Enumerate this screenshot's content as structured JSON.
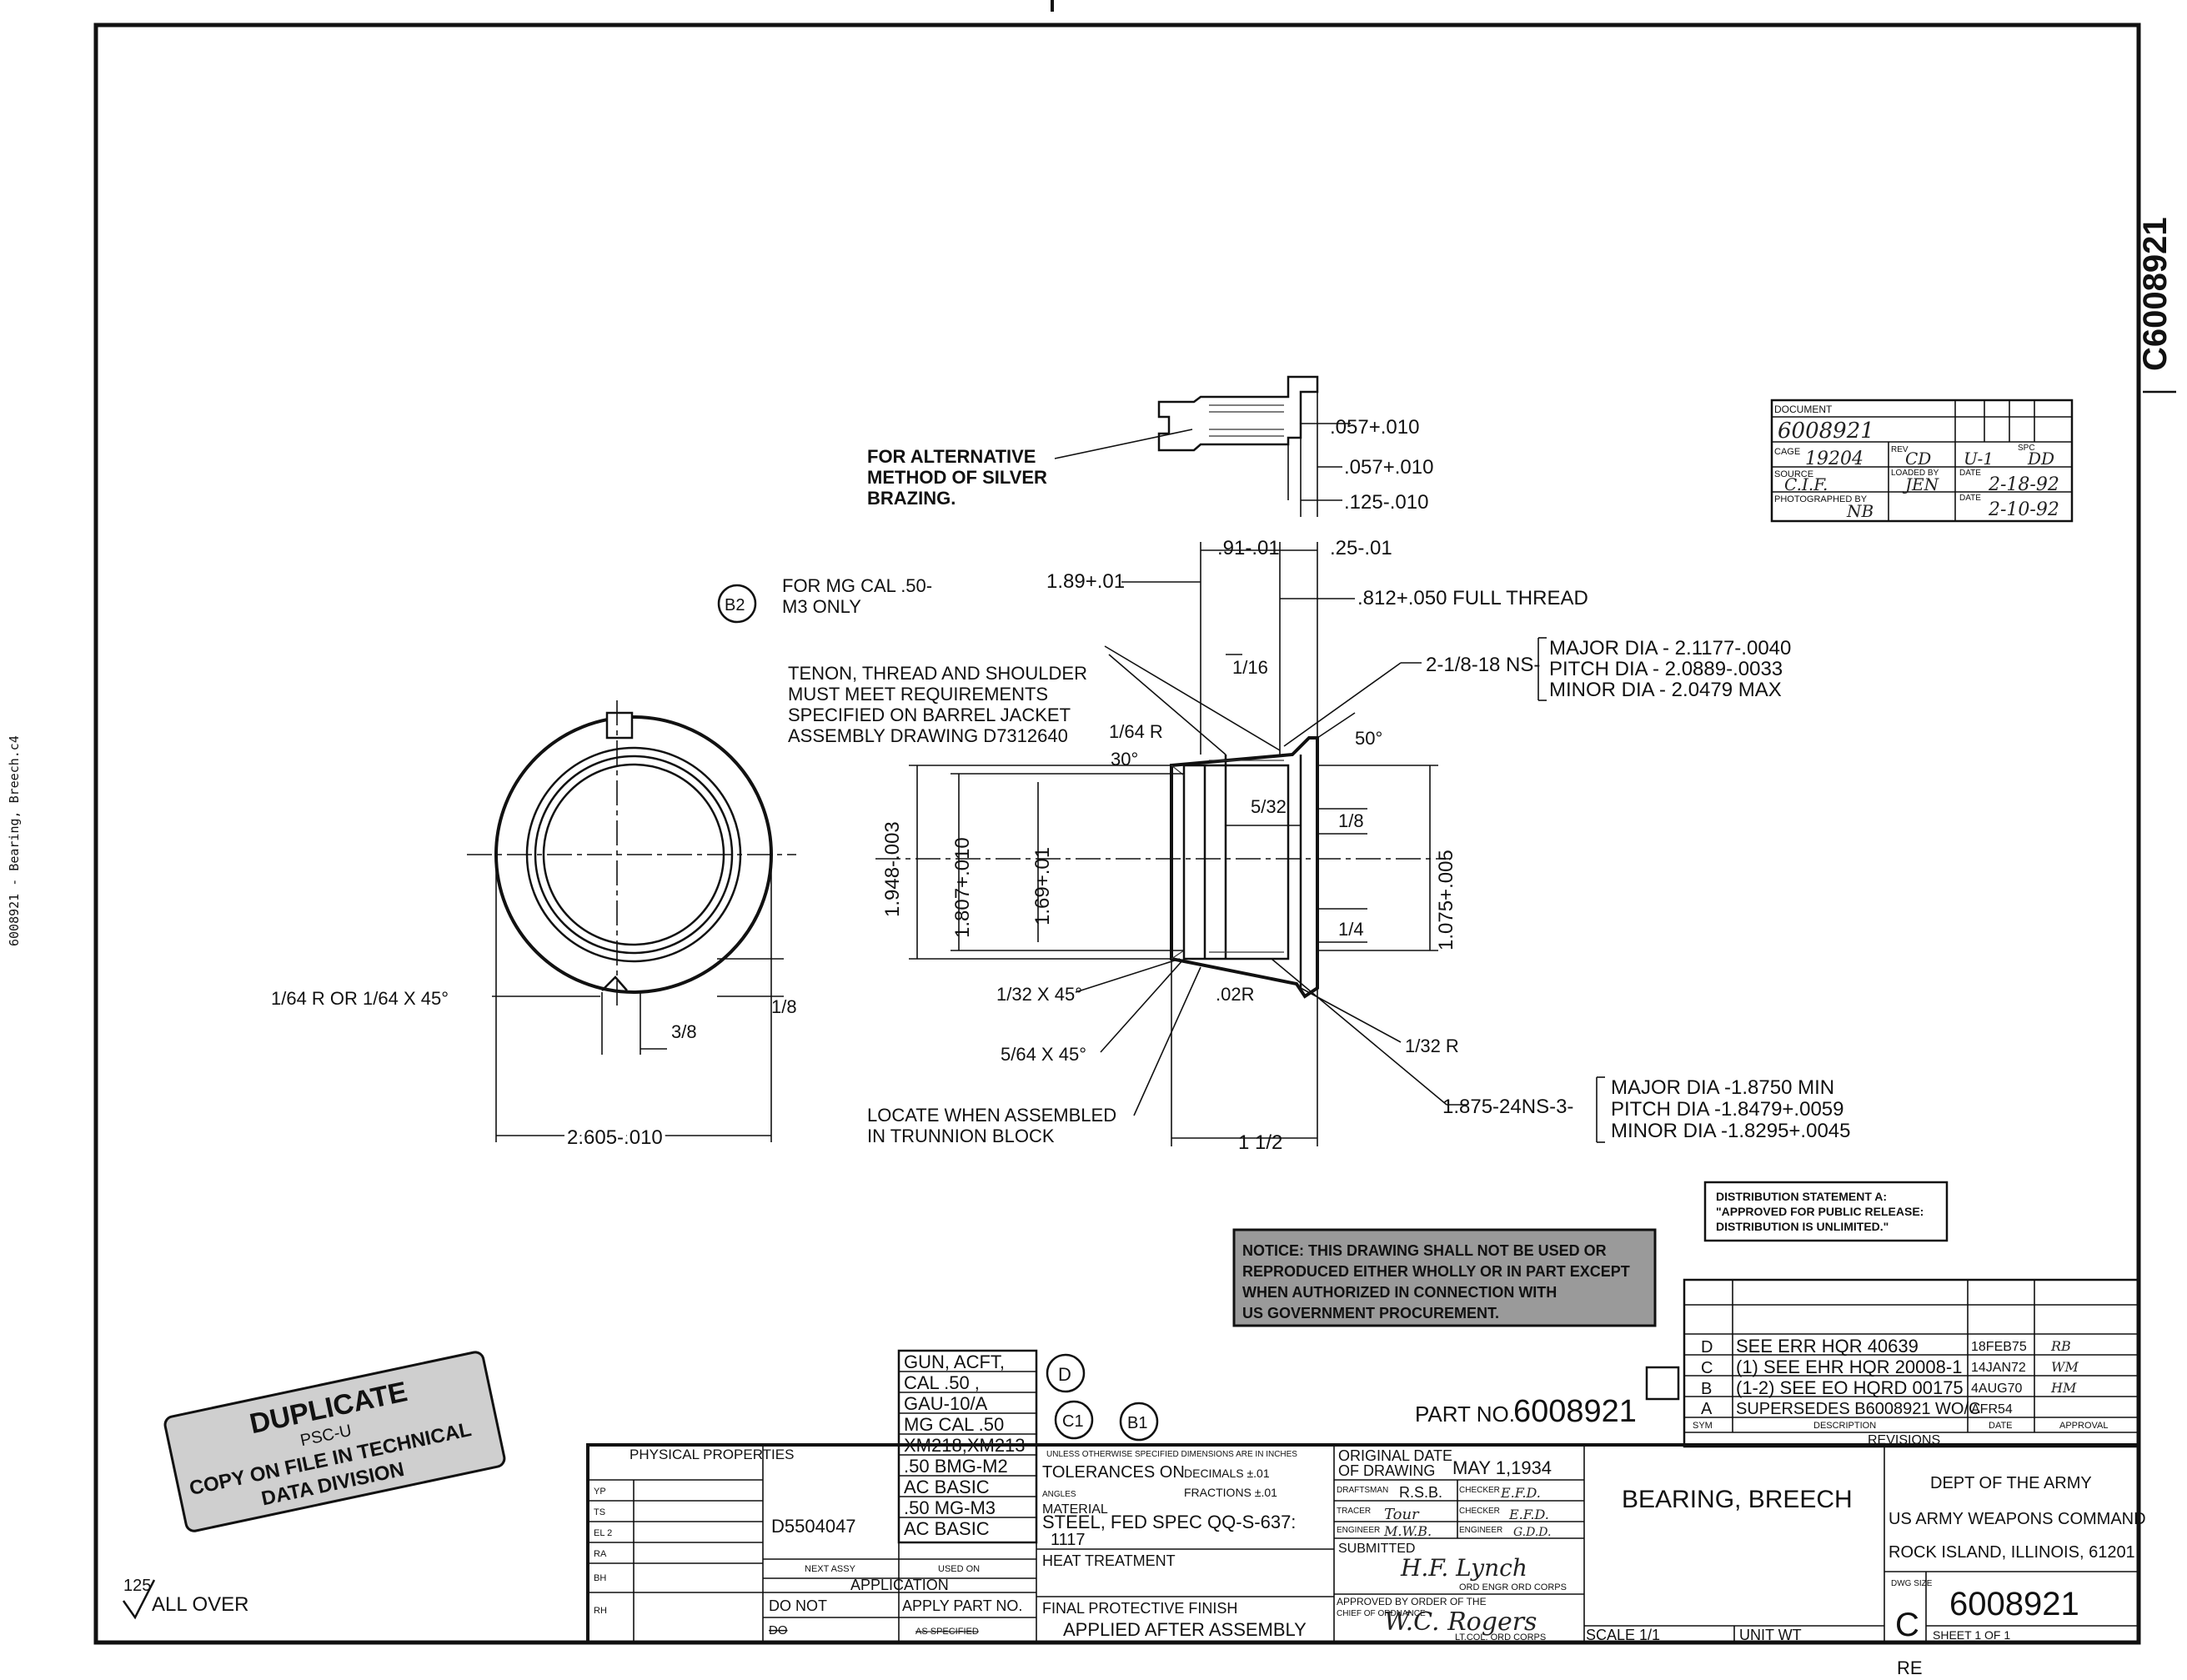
{
  "margin_label": "6008921 - Bearing, Breech.c4",
  "corner_number": "C6008921",
  "document_stamp": {
    "title": "DOCUMENT",
    "number": "6008921",
    "cage_label": "CAGE",
    "cage_value": "19204",
    "rev_label": "REV",
    "rev_value": "U-1",
    "code_value": "CD",
    "spc_label": "SPC",
    "spc_value": "DD",
    "source_label": "SOURCE",
    "source_value": "C.I.F.",
    "loaded_label": "LOADED BY",
    "loaded_value": "JEN",
    "date_label": "DATE",
    "date_value1": "2-18-92",
    "photo_label": "PHOTOGRAPHED BY",
    "photo_value": "NB",
    "date_value2": "2-10-92"
  },
  "notes": {
    "alt_brazing": [
      "FOR ALTERNATIVE",
      "METHOD OF SILVER",
      "BRAZING."
    ],
    "mg_cal": [
      "FOR MG CAL .50-",
      "M3 ONLY"
    ],
    "tenon": [
      "TENON, THREAD AND SHOULDER",
      "MUST MEET REQUIREMENTS",
      "SPECIFIED ON BARREL JACKET",
      "ASSEMBLY DRAWING D7312640"
    ],
    "locate": [
      "LOCATE WHEN ASSEMBLED",
      "IN TRUNNION BLOCK"
    ],
    "finish_note": [
      "125",
      "ALL OVER"
    ]
  },
  "callouts": {
    "b2": "B2",
    "d": "D",
    "c1": "C1",
    "b1": "B1"
  },
  "dimensions": {
    "d057a": ".057+.010",
    "d057b": ".057+.010",
    "d125": ".125-.010",
    "d91": ".91-.01",
    "d25": ".25-.01",
    "d189": "1.89+.01",
    "d812": ".812+.050 FULL THREAD",
    "thread_a": "2-1/8-18 NS-",
    "thread_a_major": "MAJOR  DIA - 2.1177-.0040",
    "thread_a_pitch": "PITCH  DIA - 2.0889-.0033",
    "thread_a_minor": "MINOR  DIA - 2.0479 MAX",
    "d1_16": "1/16",
    "r1_64": "1/64 R",
    "a30": "30°",
    "a50": "50°",
    "d5_32": "5/32",
    "d1_8a": "1/8",
    "d1_4": "1/4",
    "d1948": "1.948-.003",
    "d1807": "1.807+.010",
    "d169": "1.69+.01",
    "d1075": "1.075+.005",
    "ch1_32": "1/32 X 45°",
    "ch5_64": "5/64 X 45°",
    "r02": ".02R",
    "r1_32": "1/32 R",
    "thread_b": "1.875-24NS-3-",
    "thread_b_major": "MAJOR   DIA -1.8750  MIN",
    "thread_b_pitch": "PITCH   DIA -1.8479+.0059",
    "thread_b_minor": "MINOR   DIA -1.8295+.0045",
    "d1_1_2": "1 1/2",
    "slot_r": "1/64 R  OR  1/64 X 45°",
    "d1_8b": "1/8",
    "d3_8": "3/8",
    "d2605": "2.605-.010"
  },
  "distribution": [
    "DISTRIBUTION STATEMENT A:",
    "\"APPROVED FOR PUBLIC RELEASE:",
    "DISTRIBUTION IS UNLIMITED.\""
  ],
  "notice": [
    "NOTICE: THIS DRAWING SHALL NOT BE USED OR",
    "REPRODUCED EITHER WHOLLY OR IN PART EXCEPT",
    "WHEN AUTHORIZED IN CONNECTION WITH",
    "US GOVERNMENT PROCUREMENT."
  ],
  "duplicate_stamp": [
    "DUPLICATE",
    "PSC-U",
    "COPY ON FILE IN TECHNICAL",
    "DATA DIVISION"
  ],
  "revisions": {
    "rows": [
      {
        "sym": "D",
        "desc": "SEE ERR HQR 40639",
        "date": "18FEB75",
        "appr": "RB"
      },
      {
        "sym": "C",
        "desc": "(1) SEE EHR HQR 20008-1",
        "date": "14JAN72",
        "appr": "WM"
      },
      {
        "sym": "B",
        "desc": "(1-2) SEE EO HQRD 00175",
        "date": "4AUG70",
        "appr": "HM"
      },
      {
        "sym": "A",
        "desc": "SUPERSEDES B6008921 WO/C",
        "date": "AFR54",
        "appr": ""
      }
    ],
    "headers": {
      "sym": "SYM",
      "desc": "DESCRIPTION",
      "date": "DATE",
      "appr": "APPROVAL"
    },
    "title": "REVISIONS"
  },
  "part_no": {
    "label": "PART NO.",
    "value": "6008921"
  },
  "application": {
    "items": [
      "GUN, ACFT,",
      "CAL .50 ,",
      "GAU-10/A",
      "MG CAL .50",
      "XM218,XM213",
      ".50 BMG-M2",
      "AC BASIC",
      ".50 MG-M3",
      "AC BASIC"
    ],
    "next_assy_value": "D5504047",
    "next_assy": "NEXT ASSY",
    "used_on": "USED ON",
    "title": "APPLICATION",
    "do_not": "DO NOT",
    "do_not_value": "DO",
    "apply_part": "APPLY PART NO.",
    "apply_value": "AS SPECIFIED"
  },
  "physical": {
    "title": "PHYSICAL PROPERTIES",
    "rows": [
      "YP",
      "TS",
      "EL 2",
      "RA",
      "BH",
      "RH"
    ]
  },
  "tolerances": {
    "unless": "UNLESS OTHERWISE SPECIFIED DIMENSIONS ARE IN INCHES",
    "tol": "TOLERANCES ON",
    "decimals": "DECIMALS ±.01",
    "angles": "ANGLES",
    "fractions": "FRACTIONS ±.01",
    "material_label": "MATERIAL",
    "material": "STEEL, FED SPEC QQ-S-637:",
    "material2": "1117",
    "heat": "HEAT TREATMENT",
    "finish_label": "FINAL PROTECTIVE FINISH",
    "finish": "APPLIED AFTER ASSEMBLY"
  },
  "originals": {
    "orig": "ORIGINAL DATE",
    "of_drawing": "OF DRAWING",
    "orig_date": "MAY 1,1934",
    "draftsman": "DRAFTSMAN",
    "draftsman_v": "R.S.B.",
    "checker": "CHECKER",
    "checker_v": "E.F.D.",
    "tracer": "TRACER",
    "tracer_v": "Tour",
    "checker2": "CHECKER",
    "checker2_v": "E.F.D.",
    "engineer": "ENGINEER",
    "engineer_v": "M.W.B.",
    "engineer2": "ENGINEER",
    "engineer2_v": "G.D.D.",
    "submitted": "SUBMITTED",
    "sub_sig": "H.F. Lynch",
    "ord_engr": "ORD ENGR    ORD CORPS",
    "approved": "APPROVED BY ORDER OF THE",
    "chief": "CHIEF OF ORDNANCE",
    "appr_sig": "W.C. Rogers",
    "ltcol": "LT.COL. ORD CORPS"
  },
  "title_block": {
    "name": "BEARING, BREECH",
    "dept1": "DEPT OF THE ARMY",
    "dept2": "US ARMY WEAPONS COMMAND",
    "dept3": "ROCK ISLAND, ILLINOIS, 61201",
    "dwg_size_label": "DWG SIZE",
    "size": "C",
    "dwg_no": "6008921",
    "scale": "SCALE 1/1",
    "unit_wt": "UNIT WT",
    "sheet": "SHEET   1   OF   1",
    "re": "RE"
  }
}
